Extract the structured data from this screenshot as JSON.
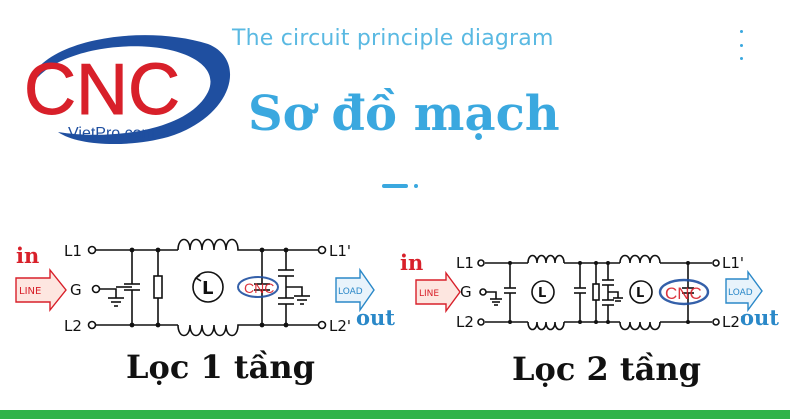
{
  "logo": {
    "brand": "CNC",
    "site": "VietPro.com"
  },
  "header": {
    "subtitle": "The circuit principle diagram",
    "title": "Sơ đồ mạch"
  },
  "diagrams": [
    {
      "caption": "Lọc 1 tầng",
      "in_label": "in",
      "out_label": "out",
      "line_tag": "LINE",
      "load_tag": "LOAD",
      "terminals_in": [
        "L1",
        "G",
        "L2"
      ],
      "terminals_out": [
        "L1'",
        "L2'"
      ],
      "inductor_symbol": "L"
    },
    {
      "caption": "Lọc 2 tầng",
      "in_label": "in",
      "out_label": "out",
      "line_tag": "LINE",
      "load_tag": "LOAD",
      "terminals_in": [
        "L1",
        "G",
        "L2"
      ],
      "terminals_out": [
        "L1'",
        "L2'"
      ],
      "inductor_symbol": "L"
    }
  ],
  "colors": {
    "accent": "#3aa8df",
    "brand_red": "#d8202a",
    "brand_blue": "#1f4fa0",
    "in_out_red": "#d8202a",
    "out_blue": "#2a88c8",
    "bar_green": "#2fb34a"
  }
}
